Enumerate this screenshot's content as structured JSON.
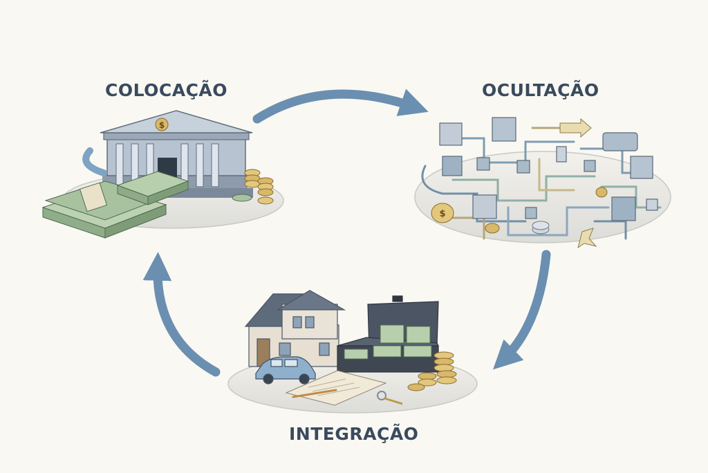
{
  "stages": {
    "colocacao": {
      "label": "COLOCAÇÃO",
      "scene": "bank-with-cash-and-coins"
    },
    "ocultacao": {
      "label": "OCULTAÇÃO",
      "scene": "maze-of-transfers-network"
    },
    "integracao": {
      "label": "INTEGRAÇÃO",
      "scene": "house-car-briefcase-of-money"
    }
  },
  "bank_symbol": "$",
  "coin_symbol": "$",
  "colors": {
    "background": "#faf8f3",
    "arrow": "#6a8fb0",
    "label": "#3a4a5e",
    "cash": "#a8c2a0",
    "coin": "#d8b86a",
    "building": "#aab7c6"
  }
}
